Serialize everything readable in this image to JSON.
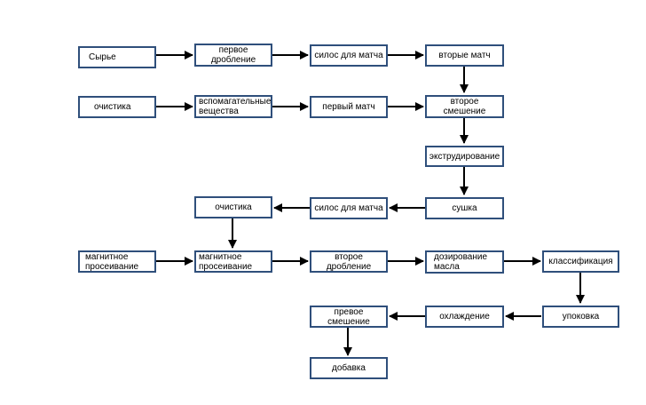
{
  "nodes": {
    "raw": "Сырье",
    "crush1": "первое\nдробление",
    "silo1": "силос для матча",
    "match2": "вторые матч",
    "clean1": "очистика",
    "aux": "вспомагательные\nвещества",
    "match1": "первый матч",
    "mix2": "второе\nсмешение",
    "extrude": "экструдирование",
    "dry": "сушка",
    "silo2": "силос для матча",
    "clean2": "очистика",
    "magsieve1": "магнитное\nпросеивание",
    "magsieve2": "магнитное\nпросеивание",
    "crush2": "второе\nдробление",
    "oildose": "дозирование\nмасла",
    "classify": "классификация",
    "pack": "упоковка",
    "cool": "охлаждение",
    "mix1": "превое\nсмешение",
    "additive": "добавка"
  }
}
